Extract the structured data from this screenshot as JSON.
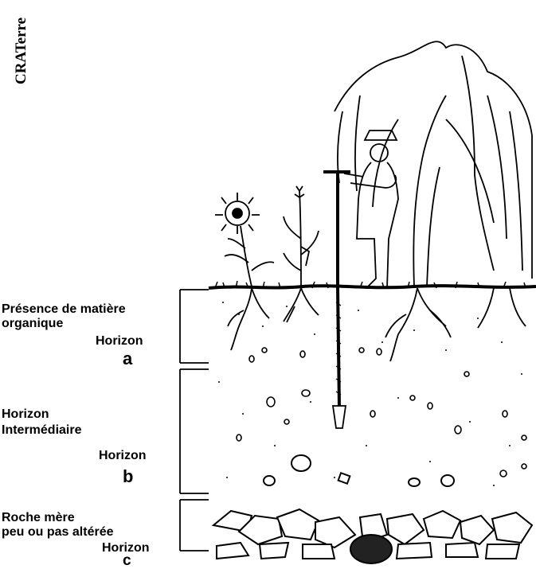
{
  "credit": "CRATerre",
  "horizons": [
    {
      "description_line1": "Présence de matière",
      "description_line2": "organique",
      "label": "Horizon",
      "letter": "a"
    },
    {
      "description_line1": "Horizon",
      "description_line2": "Intermédiaire",
      "label": "Horizon",
      "letter": "b"
    },
    {
      "description_line1": "Roche mère",
      "description_line2": "peu ou pas altérée",
      "label": "Horizon",
      "letter": "c"
    }
  ]
}
